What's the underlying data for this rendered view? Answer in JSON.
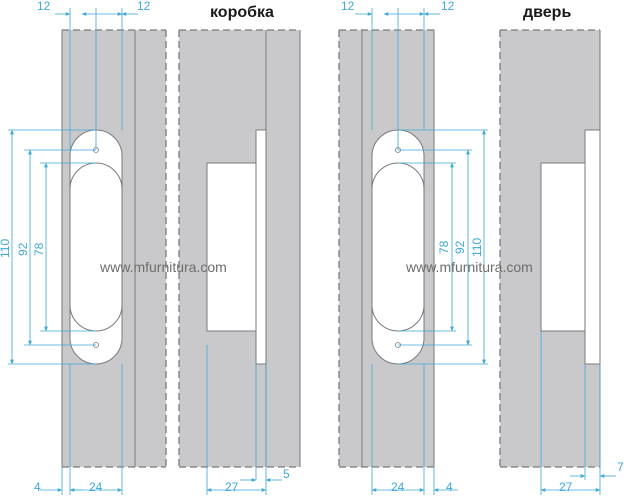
{
  "titles": {
    "frame": "коробка",
    "door": "дверь"
  },
  "watermark": "www.mfurnitura.com",
  "dimensions": {
    "top_left": "12",
    "top_right": "12",
    "h110": "110",
    "h92": "92",
    "h78": "78",
    "b4": "4",
    "b24": "24",
    "b27": "27",
    "b5": "5",
    "b7": "7"
  },
  "colors": {
    "panel": "#c9c9cb",
    "dimension": "#3fa9d6",
    "outline": "#7a7a7c"
  }
}
